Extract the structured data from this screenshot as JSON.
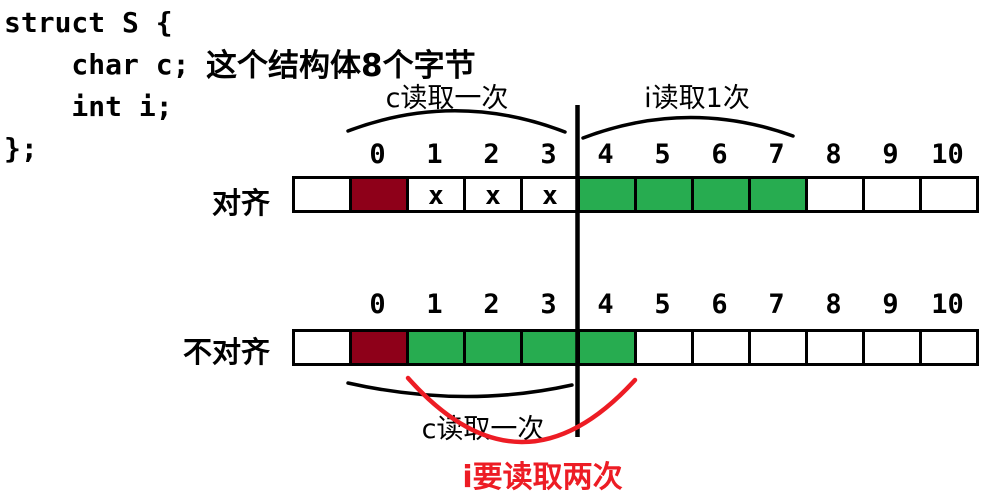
{
  "code": {
    "lines": [
      "struct S {",
      "    char c;",
      "    int i;",
      "};"
    ],
    "annotation": "这个结构体8个字节"
  },
  "colors": {
    "char_byte": "#8e0019",
    "int_byte": "#27ac50",
    "pad_byte": "#ffffff",
    "empty_byte": "#ffffff",
    "highlight": "#ed1c24",
    "stroke": "#000000"
  },
  "top_diagram": {
    "row_label": "对齐",
    "left_brace_label": "c读取一次",
    "right_brace_label": "i读取1次",
    "byte_indices": [
      "0",
      "1",
      "2",
      "3",
      "4",
      "5",
      "6",
      "7",
      "8",
      "9",
      "10"
    ],
    "cells": [
      {
        "state": "empty_byte",
        "mark": ""
      },
      {
        "state": "char_byte",
        "mark": ""
      },
      {
        "state": "pad_byte",
        "mark": "x"
      },
      {
        "state": "pad_byte",
        "mark": "x"
      },
      {
        "state": "pad_byte",
        "mark": "x"
      },
      {
        "state": "int_byte",
        "mark": ""
      },
      {
        "state": "int_byte",
        "mark": ""
      },
      {
        "state": "int_byte",
        "mark": ""
      },
      {
        "state": "int_byte",
        "mark": ""
      },
      {
        "state": "empty_byte",
        "mark": ""
      },
      {
        "state": "empty_byte",
        "mark": ""
      },
      {
        "state": "empty_byte",
        "mark": ""
      }
    ]
  },
  "bottom_diagram": {
    "row_label": "不对齐",
    "arc_label": "c读取一次",
    "red_label": "i要读取两次",
    "byte_indices": [
      "0",
      "1",
      "2",
      "3",
      "4",
      "5",
      "6",
      "7",
      "8",
      "9",
      "10"
    ],
    "cells": [
      {
        "state": "empty_byte",
        "mark": ""
      },
      {
        "state": "char_byte",
        "mark": ""
      },
      {
        "state": "int_byte",
        "mark": ""
      },
      {
        "state": "int_byte",
        "mark": ""
      },
      {
        "state": "int_byte",
        "mark": ""
      },
      {
        "state": "int_byte",
        "mark": ""
      },
      {
        "state": "empty_byte",
        "mark": ""
      },
      {
        "state": "empty_byte",
        "mark": ""
      },
      {
        "state": "empty_byte",
        "mark": ""
      },
      {
        "state": "empty_byte",
        "mark": ""
      },
      {
        "state": "empty_byte",
        "mark": ""
      },
      {
        "state": "empty_byte",
        "mark": ""
      }
    ]
  }
}
